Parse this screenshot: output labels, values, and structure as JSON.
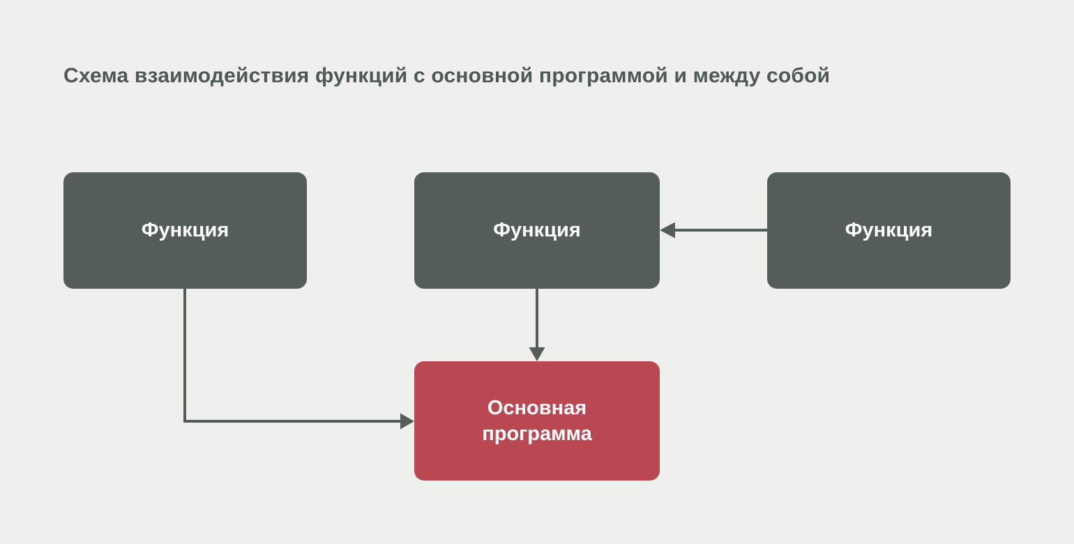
{
  "title": "Схема взаимодействия функций с основной программой и между собой",
  "colors": {
    "background": "#EFEFEE",
    "function_node": "#545D59",
    "main_program_node": "#B94853",
    "arrow": "#545D59",
    "title_text": "#4F5954",
    "node_text": "#FFFFFF"
  },
  "nodes": {
    "function_left": {
      "label": "Функция"
    },
    "function_middle": {
      "label": "Функция"
    },
    "function_right": {
      "label": "Функция"
    },
    "main_program": {
      "label": "Основная программа"
    }
  },
  "edges": [
    {
      "from": "function_right",
      "to": "function_middle",
      "shape": "horizontal-arrow-left"
    },
    {
      "from": "function_middle",
      "to": "main_program",
      "shape": "vertical-arrow-down"
    },
    {
      "from": "function_left",
      "to": "main_program",
      "shape": "elbow-down-then-right"
    }
  ]
}
